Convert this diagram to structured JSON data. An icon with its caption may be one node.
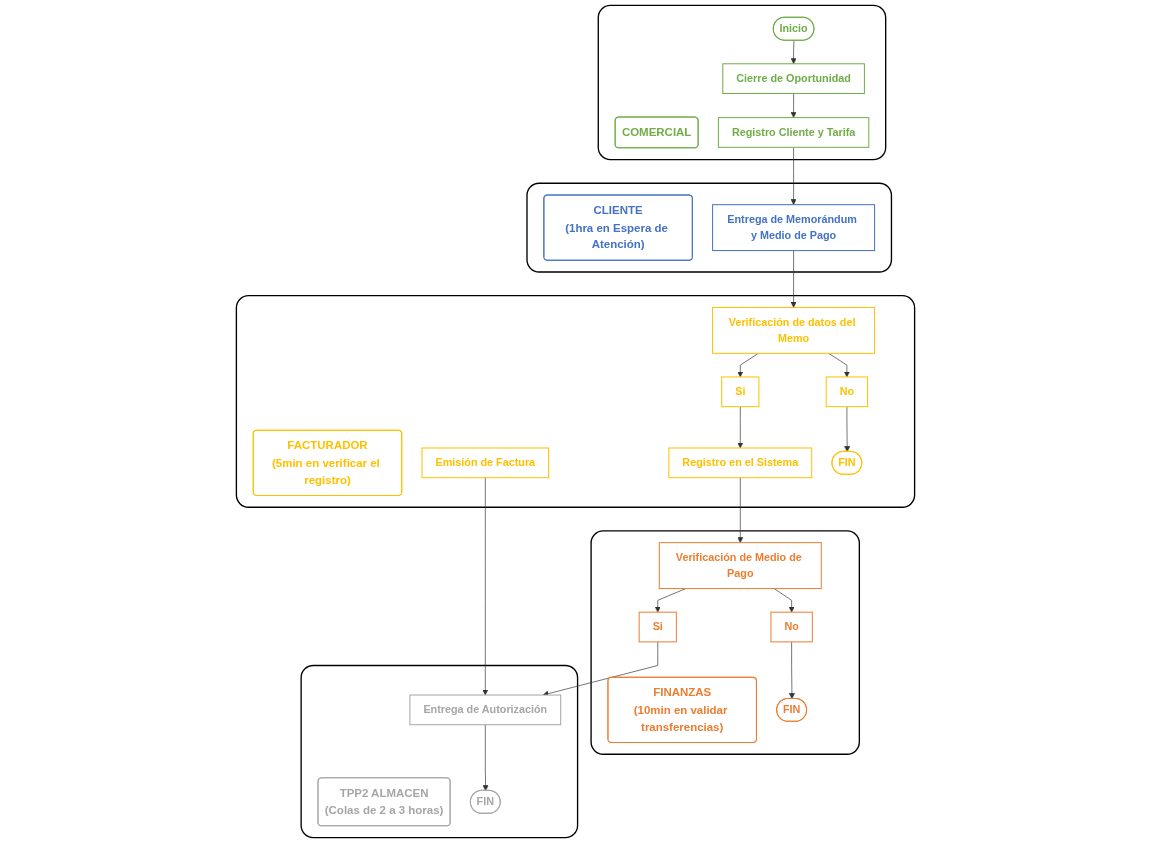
{
  "diagram": {
    "nodes": [
      {
        "text": [],
        "shape": "band"
      },
      {
        "text": [
          "COMERCIAL"
        ],
        "in": 0
      },
      {
        "text": [
          "Inicio"
        ],
        "in": 0
      },
      {
        "text": [
          "Cierre de Oportunidad"
        ],
        "in": 0
      },
      {
        "text": [
          "Registro Cliente y Tarifa"
        ],
        "in": 0
      },
      {
        "text": [],
        "shape": "band"
      },
      {
        "text": [
          "CLIENTE",
          "(1hra en Espera de Atención)"
        ],
        "in": 5
      },
      {
        "text": [
          "Entrega de Memorándum y Medio de Pago"
        ],
        "in": 5
      },
      {
        "text": [],
        "shape": "band"
      },
      {
        "text": [
          "FACTURADOR",
          "(5min en verificar el registro)"
        ],
        "in": 8
      },
      {
        "text": [
          "Verificación de datos del Memo"
        ],
        "in": 8
      },
      {
        "text": [
          "Si"
        ],
        "in": 8
      },
      {
        "text": [
          "Registro en el Sistema"
        ],
        "in": 8
      },
      {
        "text": [
          "Emisión de Factura"
        ],
        "in": 8
      },
      {
        "text": [
          "No"
        ],
        "in": 8
      },
      {
        "text": [
          "FIN"
        ],
        "in": 8
      },
      {
        "text": [],
        "shape": "band"
      },
      {
        "text": [
          "FINANZAS",
          "(10min en validar transferencias)"
        ],
        "in": 16
      },
      {
        "text": [
          "Verificación de Medio de Pago"
        ],
        "in": 16
      },
      {
        "text": [
          "Si"
        ],
        "in": 16
      },
      {
        "text": [
          "No"
        ],
        "in": 16
      },
      {
        "text": [
          "FIN"
        ],
        "in": 16
      },
      {
        "text": [],
        "shape": "band"
      },
      {
        "text": [
          "TPP2 ALMACEN",
          "(Colas de 2 a 3 horas)"
        ],
        "in": 22
      },
      {
        "text": [
          "Entrega de Autorización"
        ],
        "in": 22
      },
      {
        "text": [
          "FIN"
        ],
        "in": 22
      }
    ],
    "edges": [
      {
        "from": 2,
        "to": 3,
        "arrow": "to"
      },
      {
        "from": 3,
        "to": 4,
        "arrow": "to"
      },
      {
        "from": 4,
        "to": 7,
        "arrow": "to"
      },
      {
        "from": 7,
        "to": 10,
        "arrow": "to"
      },
      {
        "from": 10,
        "to": 11,
        "arrow": "to"
      },
      {
        "from": 10,
        "to": 14,
        "arrow": "to"
      },
      {
        "from": 11,
        "to": 12,
        "arrow": "to"
      },
      {
        "from": 14,
        "to": 15,
        "arrow": "to"
      },
      {
        "from": 12,
        "to": 18,
        "arrow": "to"
      },
      {
        "from": 18,
        "to": 19,
        "arrow": "to"
      },
      {
        "from": 18,
        "to": 20,
        "arrow": "to"
      },
      {
        "from": 20,
        "to": 21,
        "arrow": "to"
      },
      {
        "from": 19,
        "to": 24,
        "arrow": "to"
      },
      {
        "from": 13,
        "to": 24,
        "arrow": "to"
      },
      {
        "from": 24,
        "to": 25,
        "arrow": "to"
      }
    ]
  }
}
